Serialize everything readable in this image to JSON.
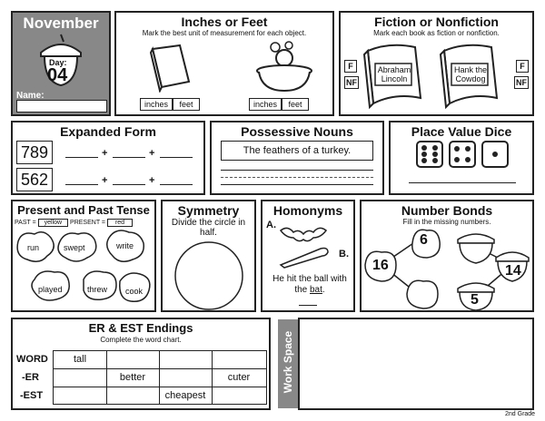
{
  "month": {
    "title": "November",
    "day_label": "Day:",
    "day_number": "04",
    "name_label": "Name:"
  },
  "inches_feet": {
    "title": "Inches or Feet",
    "instruction": "Mark the best unit of measurement for each object.",
    "opt1": "inches",
    "opt2": "feet"
  },
  "fiction": {
    "title": "Fiction or Nonfiction",
    "instruction": "Mark each book as fiction or nonfiction.",
    "book1": "Abraham Lincoln",
    "book2": "Hank the Cowdog",
    "f": "F",
    "nf": "NF"
  },
  "expanded": {
    "title": "Expanded Form",
    "num1": "789",
    "num2": "562",
    "plus": "+"
  },
  "possessive": {
    "title": "Possessive Nouns",
    "sentence": "The feathers of a turkey."
  },
  "dice": {
    "title": "Place Value Dice"
  },
  "tense": {
    "title": "Present and Past Tense",
    "past_label": "PAST =",
    "past_color": "yellow",
    "present_label": "PRESENT =",
    "present_color": "red",
    "words": [
      "run",
      "swept",
      "write",
      "played",
      "threw",
      "cook"
    ]
  },
  "symmetry": {
    "title": "Symmetry",
    "instruction": "Divide the circle in half."
  },
  "homonyms": {
    "title": "Homonyms",
    "label_a": "A.",
    "label_b": "B.",
    "sentence_pre": "He hit the ball with the ",
    "sentence_word": "bat",
    "sentence_end": "."
  },
  "bonds": {
    "title": "Number Bonds",
    "instruction": "Fill in the missing numbers.",
    "n1": "6",
    "n2": "16",
    "n3": "14",
    "n4": "5"
  },
  "er_est": {
    "title": "ER & EST Endings",
    "instruction": "Complete the word chart.",
    "rows": [
      "WORD",
      "-ER",
      "-EST"
    ],
    "tall": "tall",
    "better": "better",
    "cuter": "cuter",
    "cheapest": "cheapest"
  },
  "work": {
    "label": "Work Space"
  },
  "footer": {
    "grade": "2nd Grade"
  }
}
